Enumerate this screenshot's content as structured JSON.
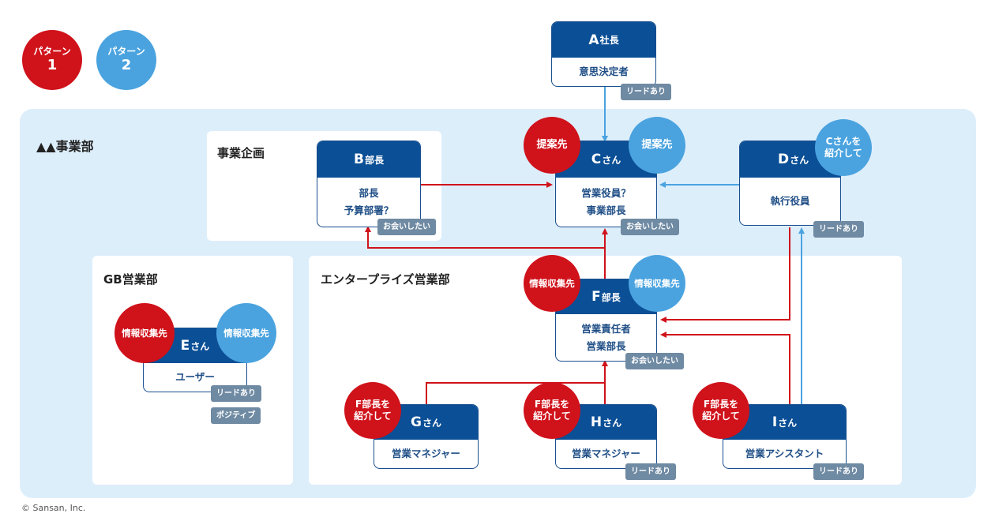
{
  "legend": [
    {
      "text": "パターン",
      "num": "1",
      "color": "#d0121b"
    },
    {
      "text": "パターン",
      "num": "2",
      "color": "#4aa3df"
    }
  ],
  "division_title": "▲▲事業部",
  "panels": {
    "planning": "事業企画",
    "gb_sales": "GB営業部",
    "enterprise_sales": "エンタープライズ営業部"
  },
  "cards": {
    "a": {
      "letter": "A",
      "suffix": "社長",
      "lines": [
        "意思決定者"
      ]
    },
    "b": {
      "letter": "B",
      "suffix": "部長",
      "lines": [
        "部長",
        "予算部署？"
      ]
    },
    "c": {
      "letter": "C",
      "suffix": "さん",
      "lines": [
        "営業役員？",
        "事業部長"
      ]
    },
    "d": {
      "letter": "D",
      "suffix": "さん",
      "lines": [
        "執行役員"
      ]
    },
    "e": {
      "letter": "E",
      "suffix": "さん",
      "lines": [
        "ユーザー"
      ]
    },
    "f": {
      "letter": "F",
      "suffix": "部長",
      "lines": [
        "営業責任者",
        "営業部長"
      ]
    },
    "g": {
      "letter": "G",
      "suffix": "さん",
      "lines": [
        "営業マネジャー"
      ]
    },
    "h": {
      "letter": "H",
      "suffix": "さん",
      "lines": [
        "営業マネジャー"
      ]
    },
    "i": {
      "letter": "I",
      "suffix": "さん",
      "lines": [
        "営業アシスタント"
      ]
    }
  },
  "badges": {
    "a_lead": "リードあり",
    "b_meet": "お会いしたい",
    "c_meet": "お会いしたい",
    "d_lead": "リードあり",
    "e_lead": "リードあり",
    "e_positive": "ポジティブ",
    "f_meet": "お会いしたい",
    "h_lead": "リードあり",
    "i_lead": "リードあり"
  },
  "circles": {
    "c_red": "提案先",
    "c_blue": "提案先",
    "d_blue": [
      "Cさんを",
      "紹介して"
    ],
    "f_red": "情報収集先",
    "f_blue": "情報収集先",
    "e_red": "情報収集先",
    "e_blue": "情報収集先",
    "g_red": [
      "F部長を",
      "紹介して"
    ],
    "h_red": [
      "F部長を",
      "紹介して"
    ],
    "i_red": [
      "F部長を",
      "紹介して"
    ]
  },
  "colors": {
    "pattern1": "#d0121b",
    "pattern2": "#4aa3df",
    "card_header": "#0b4f96",
    "badge": "#6f8aa3",
    "area_bg": "#ddeefb"
  },
  "copyright": "© Sansan, Inc."
}
